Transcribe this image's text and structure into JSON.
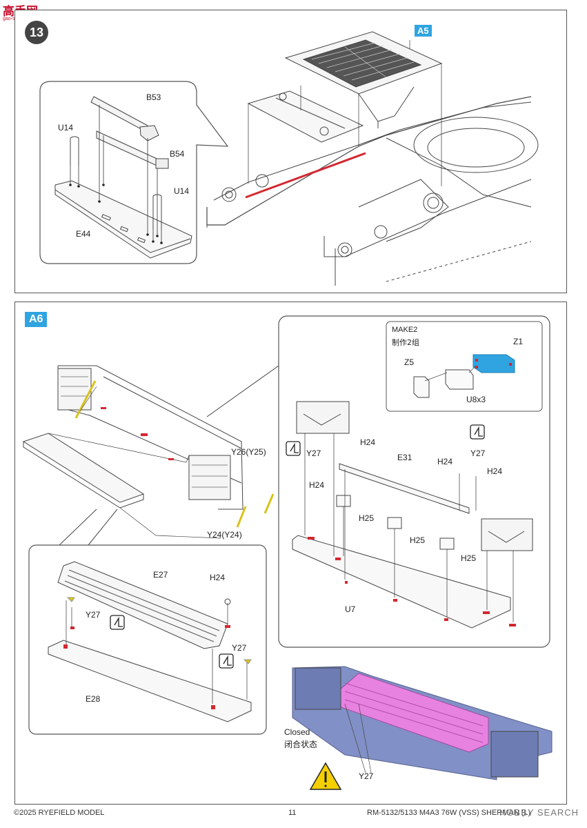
{
  "watermark": {
    "cn": "高手网",
    "url": "gao-shou.com"
  },
  "step13": {
    "number": "13",
    "tag": "A5",
    "labels": {
      "b53": "B53",
      "u14_left": "U14",
      "b54": "B54",
      "u14_right": "U14",
      "e44": "E44"
    }
  },
  "stepA6": {
    "tag": "A6",
    "labels": {
      "y26": "Y26(Y25)",
      "y24": "Y24(Y24)"
    },
    "detail_right": {
      "make2_en": "MAKE2",
      "make2_cn": "制作2组",
      "z1": "Z1",
      "z5": "Z5",
      "u8x3": "U8x3",
      "y27_l": "Y27",
      "h24_a": "H24",
      "e31": "E31",
      "h24_b": "H24",
      "y27_r": "Y27",
      "h24_c": "H24",
      "h24_d": "H24",
      "h25_a": "H25",
      "h25_b": "H25",
      "h25_c": "H25",
      "u7": "U7"
    },
    "detail_left": {
      "e27": "E27",
      "h24": "H24",
      "y27_a": "Y27",
      "y27_b": "Y27",
      "e28": "E28"
    },
    "result": {
      "closed_en": "Closed",
      "closed_cn": "闭合状态",
      "y27": "Y27"
    }
  },
  "footer": {
    "copyright": "©2025 RYEFIELD MODEL",
    "page": "11",
    "product": "RM-5132/5133 M4A3 76W (VSS) SHERMAN (L)",
    "brand": "HOBBY SEARCH"
  }
}
